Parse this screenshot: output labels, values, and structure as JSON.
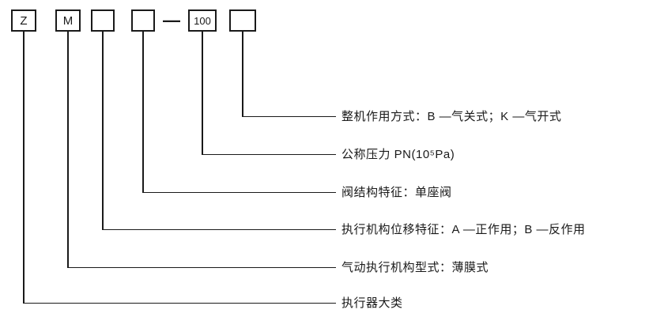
{
  "model_code": {
    "boxes": [
      {
        "value": "Z"
      },
      {
        "value": "M"
      },
      {
        "value": ""
      },
      {
        "value": ""
      },
      {
        "value": "100"
      },
      {
        "value": ""
      }
    ],
    "separator": "—"
  },
  "callouts": [
    {
      "text": "整机作用方式：B —气关式；K —气开式"
    },
    {
      "text": "公称压力 PN(10⁵Pa)"
    },
    {
      "text": "阀结构特征：单座阀"
    },
    {
      "text": "执行机构位移特征：A —正作用；B —反作用"
    },
    {
      "text": "气动执行机构型式：薄膜式"
    },
    {
      "text": "执行器大类"
    }
  ]
}
